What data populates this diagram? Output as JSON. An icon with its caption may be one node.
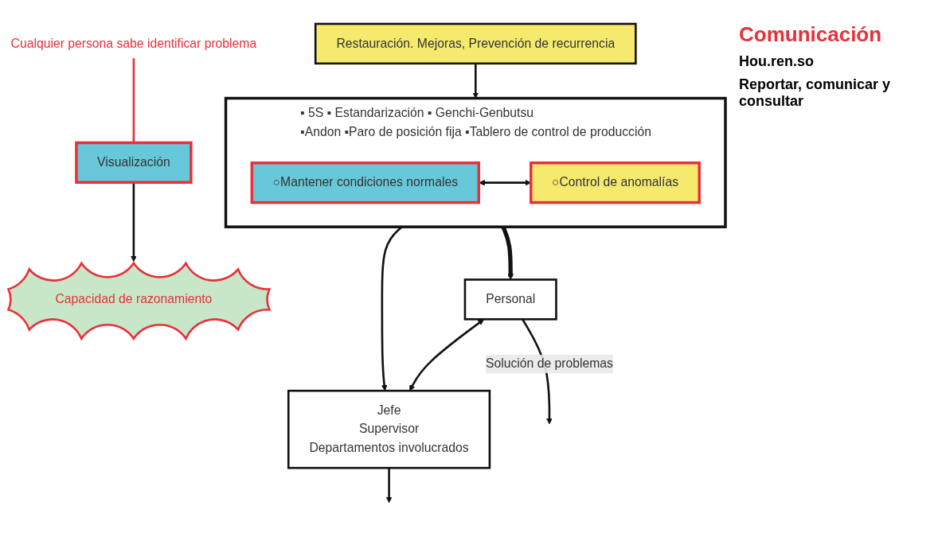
{
  "diagram": {
    "nodes": [
      {
        "text": [
          "▪ 5S ▪ Estandarización ▪ Genchi-Genbutsu",
          "▪Andon ▪Paro de posición fija ▪Tablero de control de producción"
        ]
      },
      {
        "text": [
          "○Mantener condiciones normales"
        ],
        "in": 0
      },
      {
        "text": [
          "○Control de anomalías"
        ],
        "in": 0
      },
      {
        "text": [
          "Visualización"
        ]
      },
      {
        "text": [
          "Cualquier persona sabe identificar problema"
        ]
      },
      {
        "text": [
          "Capacidad de razonamiento"
        ]
      },
      {
        "text": [
          "Personal"
        ]
      },
      {
        "text": [
          "Jefe",
          "Supervisor",
          "Departamentos involucrados"
        ]
      },
      {
        "text": [
          "Restauración. Mejoras, Prevención de recurrencia"
        ]
      }
    ],
    "edges": [
      {
        "from": 1,
        "to": 2,
        "arrow": "both"
      },
      {
        "from": 8,
        "to": 0,
        "arrow": "to"
      },
      {
        "from": 0,
        "to": 6,
        "arrow": "to",
        "style": "thick"
      },
      {
        "from": 0,
        "to": 7,
        "arrow": "to"
      },
      {
        "from": 3,
        "to": 5,
        "arrow": "to"
      },
      {
        "from": 4,
        "to": 3,
        "arrow": "none",
        "color": "#e8303a"
      },
      {
        "from": 6,
        "to": 7,
        "arrow": "both"
      },
      {
        "from": 6,
        "to": null,
        "arrow": "to",
        "label": "Solución de problemas"
      },
      {
        "from": 7,
        "to": null,
        "arrow": "to"
      }
    ],
    "labels": [
      "Comunicación",
      "Hou.ren.so",
      "Reportar, comunicar y consultar"
    ]
  }
}
